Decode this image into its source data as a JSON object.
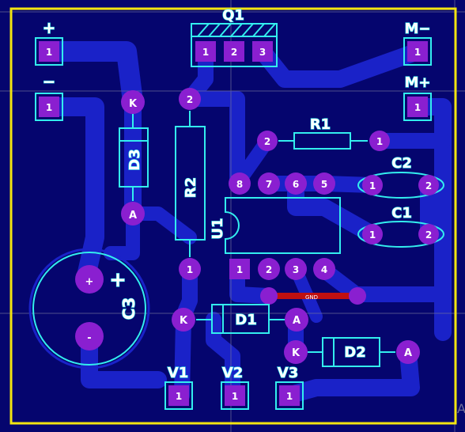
{
  "colors": {
    "background": "#05056e",
    "copper": "#1a22c8",
    "silkscreen": "#33eeee",
    "pad": "#8a1fd0",
    "board_outline": "#f2e411",
    "grid": "#6f6f9a",
    "bottom_trace": "#c01010"
  },
  "terminals": {
    "plus": "+",
    "minus": "−",
    "m_minus": "M−",
    "m_plus": "M+",
    "v1": "V1",
    "v2": "V2",
    "v3": "V3",
    "pin1": "1"
  },
  "q1": {
    "ref": "Q1",
    "pins": [
      "1",
      "2",
      "3"
    ]
  },
  "r1": {
    "ref": "R1",
    "pin_left": "2",
    "pin_right": "1"
  },
  "r2": {
    "ref": "R2",
    "pin_top": "2",
    "pin_bottom": "1"
  },
  "u1": {
    "ref": "U1",
    "top_pins": [
      "8",
      "7",
      "6",
      "5"
    ],
    "bottom_pins": [
      "1",
      "2",
      "3",
      "4"
    ]
  },
  "c1": {
    "ref": "C1",
    "pins": [
      "1",
      "2"
    ]
  },
  "c2": {
    "ref": "C2",
    "pins": [
      "1",
      "2"
    ]
  },
  "c3": {
    "ref": "C3",
    "plus": "+",
    "minus": "-",
    "sign": "+"
  },
  "d1": {
    "ref": "D1",
    "k": "K",
    "a": "A"
  },
  "d2": {
    "ref": "D2",
    "k": "K",
    "a": "A"
  },
  "d3": {
    "ref": "D3",
    "k": "K",
    "a": "A"
  },
  "net": {
    "gnd": "GND"
  },
  "watermark": "A\nG"
}
